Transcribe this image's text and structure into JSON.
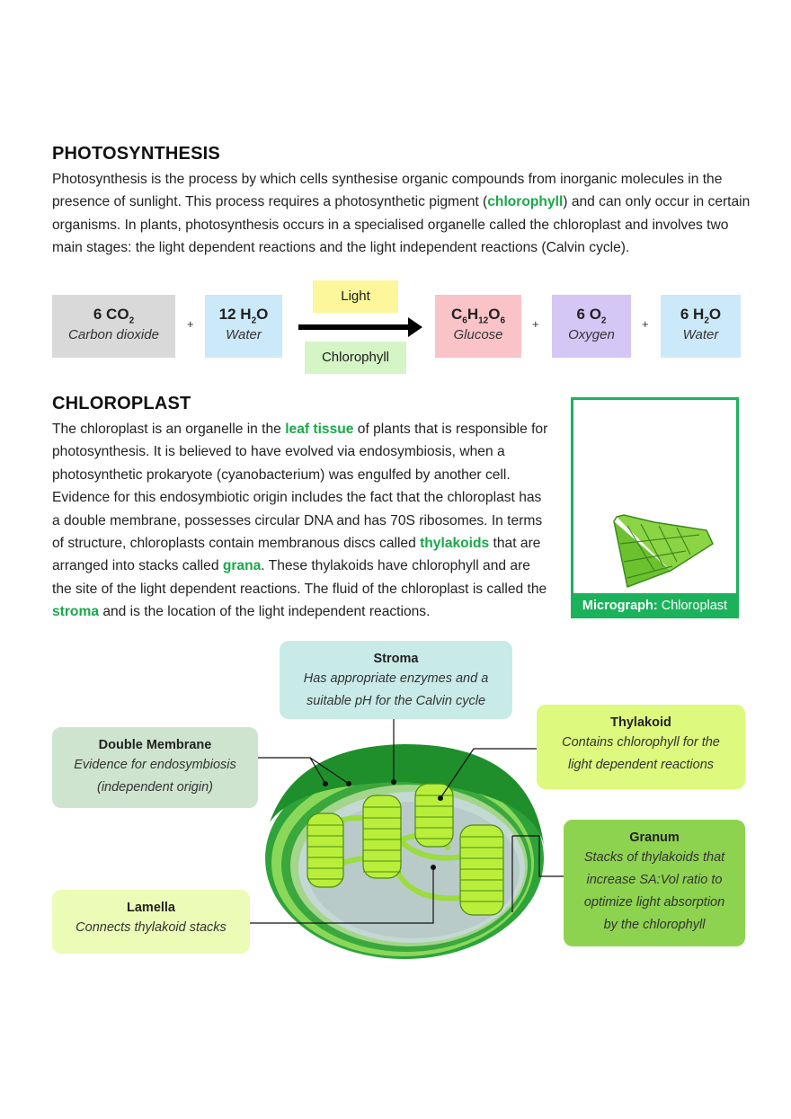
{
  "photosynthesis": {
    "heading": "PHOTOSYNTHESIS",
    "p1": "Photosynthesis is the process by which cells synthesise organic compounds from inorganic molecules in the presence of sunlight. This process requires a photosynthetic pigment (",
    "p_hl": "chlorophyll",
    "p2": ") and can only occur in certain organisms. In plants, photosynthesis occurs in a specialised organelle called the chloroplast and involves two main stages: the light dependent reactions and the light independent reactions (Calvin cycle)."
  },
  "equation": {
    "co2": {
      "coef": "6 CO",
      "sub": "2",
      "name": "Carbon dioxide"
    },
    "h2o": {
      "coef": "12 H",
      "sub": "2",
      "tail": "O",
      "name": "Water"
    },
    "light": "Light",
    "chlorophyll": "Chlorophyll",
    "glucose": {
      "c": "C",
      "c_sub": "6",
      "h": "H",
      "h_sub": "12",
      "o": "O",
      "o_sub": "6",
      "name": "Glucose"
    },
    "o2": {
      "coef": "6 O",
      "sub": "2",
      "name": "Oxygen"
    },
    "water": {
      "coef": "6 H",
      "sub": "2",
      "tail": "O",
      "name": "Water"
    },
    "plus": "+"
  },
  "chloroplast": {
    "heading": "CHLOROPLAST",
    "t1": "The chloroplast is an organelle in the ",
    "h1": "leaf tissue",
    "t2": " of plants that is responsible for photosynthesis. It is believed to have evolved via endosymbiosis, when a photosynthetic prokaryote (cyanobacterium) was engulfed by another cell. Evidence for this endosymbiotic origin includes the fact that the chloroplast has a double membrane, possesses circular DNA and has 70S ribosomes. In terms of structure, chloroplasts contain membranous discs called ",
    "h2": "thylakoids",
    "t3": " that are arranged into stacks called ",
    "h3": "grana",
    "t4": ". These thylakoids have chlorophyll and are the site of the light dependent reactions. The fluid of the chloroplast is called the ",
    "h4": "stroma",
    "t5": " and is the location of the light independent reactions."
  },
  "micrograph": {
    "label_bold": "Micrograph:",
    "label": " Chloroplast"
  },
  "callouts": {
    "stroma": {
      "title": "Stroma",
      "l1": "Has appropriate enzymes and a",
      "l2": "suitable pH for the Calvin cycle"
    },
    "thylakoid": {
      "title": "Thylakoid",
      "l1": "Contains chlorophyll for the",
      "l2": "light dependent reactions"
    },
    "double": {
      "title": "Double Membrane",
      "l1": "Evidence for endosymbiosis",
      "l2": "(independent origin)"
    },
    "granum": {
      "title": "Granum",
      "l1": "Stacks of thylakoids that",
      "l2": "increase SA:Vol ratio to",
      "l3": "optimize light absorption",
      "l4": "by the chlorophyll"
    },
    "lamella": {
      "title": "Lamella",
      "l1": "Connects thylakoid stacks"
    }
  },
  "colors": {
    "accent_green": "#1aa84a",
    "co2_box": "#d9d9d9",
    "water_box": "#cce9fa",
    "light_box": "#fbf79a",
    "chlorophyll_box": "#d6f5c6",
    "glucose_box": "#f9c3c8",
    "oxygen_box": "#d4c6f5",
    "stroma_box": "#c9ebe7",
    "thylakoid_box": "#ddf97e",
    "double_box": "#cfe4cf",
    "granum_box": "#8ed34f",
    "lamella_box": "#ecfbb6"
  }
}
